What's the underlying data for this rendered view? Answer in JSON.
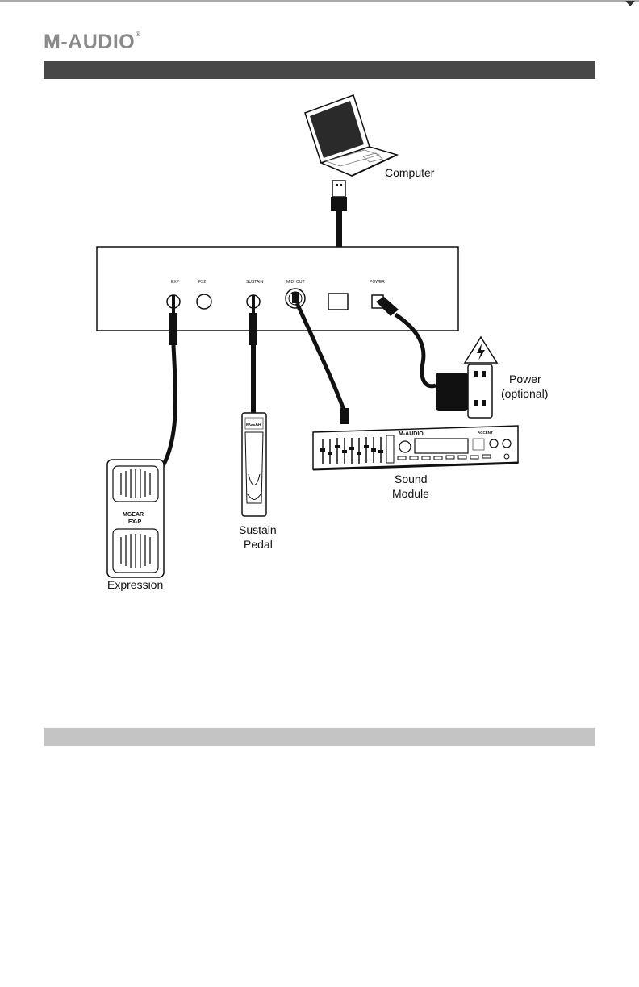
{
  "header": {
    "logo_text": "M-AUDIO",
    "logo_mark": "®",
    "brand_color": "#8a8a8a",
    "section_bar_color": "#484848",
    "subsection_bar_color": "#c4c4c4"
  },
  "panel": {
    "jacks": {
      "exp": "EXP",
      "fs2": "FS2",
      "sustain": "SUSTAIN",
      "midi_out": "MIDI OUT",
      "power": "POWER"
    }
  },
  "labels": {
    "computer": "Computer",
    "power_line1": "Power",
    "power_line2": "(optional)",
    "sound_module_line1": "Sound",
    "sound_module_line2": "Module",
    "sustain_pedal_line1": "Sustain",
    "sustain_pedal_line2": "Pedal",
    "expression": "Expression"
  },
  "devices": {
    "sound_module_brand": "M-AUDIO",
    "sound_module_model": "ACCENT",
    "sustain_pedal_brand": "MGEAR",
    "expression_pedal_brand": "MGEAR",
    "expression_pedal_model": "EX-P"
  }
}
